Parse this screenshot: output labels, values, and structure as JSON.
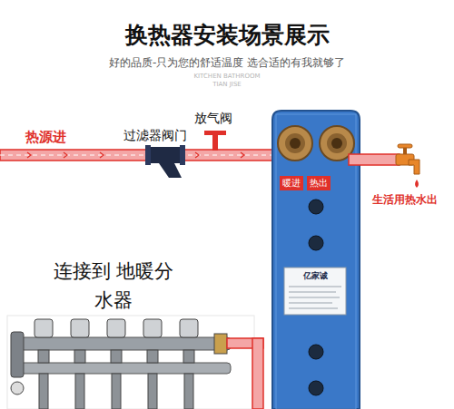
{
  "diagram": {
    "title": "换热器安装场景展示",
    "nodes": [
      {
        "text": [
          "亿家诚"
        ]
      },
      {
        "text": [
          "暖进"
        ],
        "in": 0
      },
      {
        "text": [
          "热出"
        ],
        "in": 0
      }
    ],
    "labels": [
      "好的品质-只为您的舒适温度 选合适的有我就够了",
      "KITCHEN BATHROOM",
      "TIAN JISE",
      "热源进",
      "过滤器阀门",
      "放气阀",
      "生活用热水出",
      "连接到 地暖分水器"
    ]
  }
}
